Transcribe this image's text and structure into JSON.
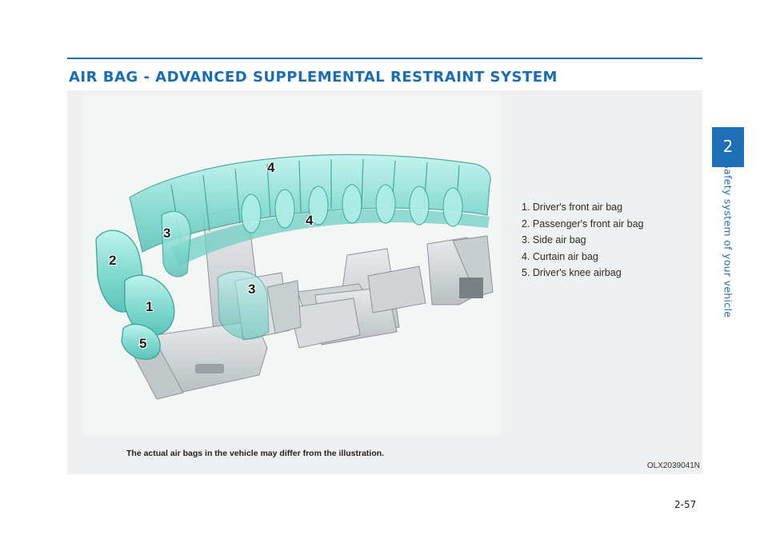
{
  "header": {
    "title": "AIR BAG - ADVANCED SUPPLEMENTAL RESTRAINT SYSTEM"
  },
  "sidebar": {
    "chapter_number": "2",
    "chapter_title": "Safety system of your vehicle"
  },
  "figure": {
    "callouts": [
      "1",
      "2",
      "3",
      "3",
      "4",
      "4",
      "5"
    ],
    "legend": [
      "1. Driver's front air bag",
      "2. Passenger's front air bag",
      "3. Side air bag",
      "4. Curtain air bag",
      "5. Driver's knee airbag"
    ],
    "note": "The actual air bags in the vehicle may differ from the illustration.",
    "code": "OLX2039041N"
  },
  "footer": {
    "page_number": "2-57"
  },
  "colors": {
    "accent": "#1f6fb7",
    "airbag": "#8fe3d9",
    "seat": "#d3d7d9"
  }
}
